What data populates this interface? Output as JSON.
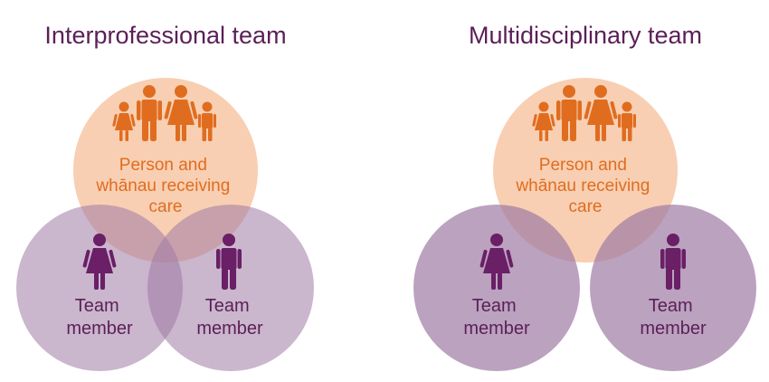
{
  "colors": {
    "title": "#5b1f57",
    "care_circle": "#f7c9a6",
    "care_text": "#e06d1f",
    "member_circle": "#9e7aa4",
    "member_text": "#5b1f57",
    "overlap_core": "#8a5a8a"
  },
  "icons": {
    "family": "family-group-icon",
    "female": "female-person-icon",
    "male": "male-person-icon"
  },
  "interprofessional": {
    "title": "Interprofessional team",
    "care_label": [
      "Person and",
      "whānau receiving",
      "care"
    ],
    "member_left": [
      "Team",
      "member"
    ],
    "member_right": [
      "Team",
      "member"
    ]
  },
  "multidisciplinary": {
    "title": "Multidisciplinary team",
    "care_label": [
      "Person and",
      "whānau receiving",
      "care"
    ],
    "member_left": [
      "Team",
      "member"
    ],
    "member_right": [
      "Team",
      "member"
    ]
  }
}
